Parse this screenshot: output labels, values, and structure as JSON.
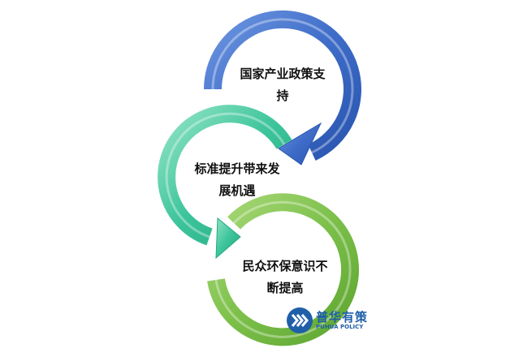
{
  "diagram": {
    "type": "cycle",
    "steps": [
      {
        "line1": "国家产业政策支",
        "line2": "持",
        "color": "#4a78d0"
      },
      {
        "line1": "标准提升带来发",
        "line2": "展机遇",
        "color": "#3cc49a"
      },
      {
        "line1": "民众环保意识不",
        "line2": "断提高",
        "color": "#7cc04a"
      }
    ]
  },
  "logo": {
    "name_cn": "普华有策",
    "name_en": "PUHUA POLICY",
    "color": "#1f5fa8"
  }
}
